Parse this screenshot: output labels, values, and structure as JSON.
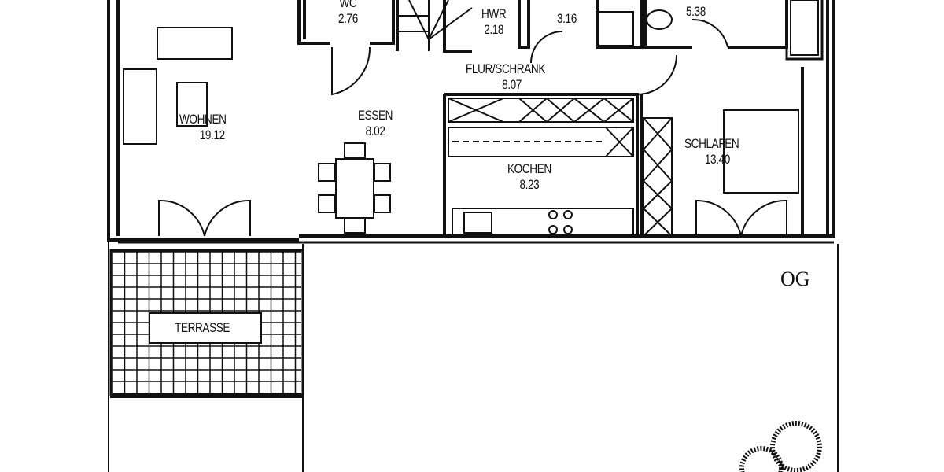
{
  "plan": {
    "floor_label": "OG",
    "rooms": [
      {
        "name": "WC",
        "area": "2.76"
      },
      {
        "name": "HWR",
        "area": "2.18"
      },
      {
        "name": "",
        "area": "3.16"
      },
      {
        "name": "",
        "area": "5.38"
      },
      {
        "name": "FLUR/SCHRANK",
        "area": "8.07"
      },
      {
        "name": "WOHNEN",
        "area": "19.12"
      },
      {
        "name": "ESSEN",
        "area": "8.02"
      },
      {
        "name": "KOCHEN",
        "area": "8.23"
      },
      {
        "name": "SCHLAFEN",
        "area": "13.40"
      },
      {
        "name": "TERRASSE",
        "area": ""
      }
    ],
    "line_color": "#111111"
  }
}
